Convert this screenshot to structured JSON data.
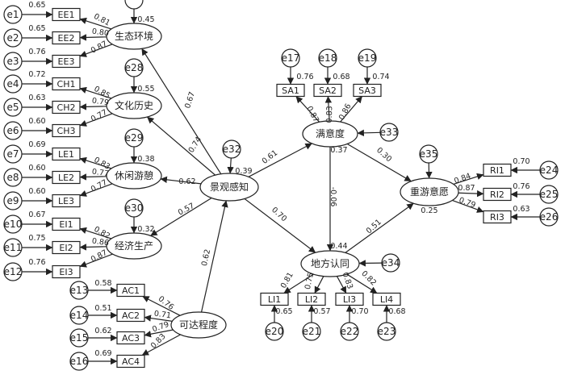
{
  "errors": [
    {
      "id": "e1",
      "label": "e1"
    },
    {
      "id": "e2",
      "label": "e2"
    },
    {
      "id": "e3",
      "label": "e3"
    },
    {
      "id": "e4",
      "label": "e4"
    },
    {
      "id": "e5",
      "label": "e5"
    },
    {
      "id": "e6",
      "label": "e6"
    },
    {
      "id": "e7",
      "label": "e7"
    },
    {
      "id": "e8",
      "label": "e8"
    },
    {
      "id": "e9",
      "label": "e9"
    },
    {
      "id": "e10",
      "label": "e10"
    },
    {
      "id": "e11",
      "label": "e11"
    },
    {
      "id": "e12",
      "label": "e12"
    },
    {
      "id": "e13",
      "label": "e13"
    },
    {
      "id": "e14",
      "label": "e14"
    },
    {
      "id": "e15",
      "label": "e15"
    },
    {
      "id": "e16",
      "label": "e16"
    },
    {
      "id": "e17",
      "label": "e17"
    },
    {
      "id": "e18",
      "label": "e18"
    },
    {
      "id": "e19",
      "label": "e19"
    },
    {
      "id": "e20",
      "label": "e20"
    },
    {
      "id": "e21",
      "label": "e21"
    },
    {
      "id": "e22",
      "label": "e22"
    },
    {
      "id": "e23",
      "label": "e23"
    },
    {
      "id": "e24",
      "label": "e24"
    },
    {
      "id": "e25",
      "label": "e25"
    },
    {
      "id": "e26",
      "label": "e26"
    },
    {
      "id": "e27",
      "label": ""
    },
    {
      "id": "e28",
      "label": "e28"
    },
    {
      "id": "e29",
      "label": "e29"
    },
    {
      "id": "e30",
      "label": "e30"
    },
    {
      "id": "e32",
      "label": "e32"
    },
    {
      "id": "e33",
      "label": "e33"
    },
    {
      "id": "e34",
      "label": "e34"
    },
    {
      "id": "e35",
      "label": "e35"
    }
  ],
  "observed": [
    {
      "id": "EE1",
      "label": "EE1"
    },
    {
      "id": "EE2",
      "label": "EE2"
    },
    {
      "id": "EE3",
      "label": "EE3"
    },
    {
      "id": "CH1",
      "label": "CH1"
    },
    {
      "id": "CH2",
      "label": "CH2"
    },
    {
      "id": "CH3",
      "label": "CH3"
    },
    {
      "id": "LE1",
      "label": "LE1"
    },
    {
      "id": "LE2",
      "label": "LE2"
    },
    {
      "id": "LE3",
      "label": "LE3"
    },
    {
      "id": "EI1",
      "label": "EI1"
    },
    {
      "id": "EI2",
      "label": "EI2"
    },
    {
      "id": "EI3",
      "label": "EI3"
    },
    {
      "id": "AC1",
      "label": "AC1"
    },
    {
      "id": "AC2",
      "label": "AC2"
    },
    {
      "id": "AC3",
      "label": "AC3"
    },
    {
      "id": "AC4",
      "label": "AC4"
    },
    {
      "id": "SA1",
      "label": "SA1"
    },
    {
      "id": "SA2",
      "label": "SA2"
    },
    {
      "id": "SA3",
      "label": "SA3"
    },
    {
      "id": "LI1",
      "label": "LI1"
    },
    {
      "id": "LI2",
      "label": "LI2"
    },
    {
      "id": "LI3",
      "label": "LI3"
    },
    {
      "id": "LI4",
      "label": "LI4"
    },
    {
      "id": "RI1",
      "label": "RI1"
    },
    {
      "id": "RI2",
      "label": "RI2"
    },
    {
      "id": "RI3",
      "label": "RI3"
    }
  ],
  "latents": [
    {
      "id": "EE",
      "label": "生态环境",
      "r2": "0.45"
    },
    {
      "id": "CH",
      "label": "文化历史",
      "r2": "0.55"
    },
    {
      "id": "LE",
      "label": "休闲游憩",
      "r2": "0.38"
    },
    {
      "id": "EI",
      "label": "经济生产",
      "r2": "0.32"
    },
    {
      "id": "LP",
      "label": "景观感知",
      "r2": "0.39"
    },
    {
      "id": "AC",
      "label": "可达程度",
      "r2": ""
    },
    {
      "id": "SA",
      "label": "满意度",
      "r2": "0.37"
    },
    {
      "id": "PI",
      "label": "地方认同",
      "r2": "0.44"
    },
    {
      "id": "RI",
      "label": "重游意愿",
      "r2": "0.25"
    }
  ],
  "error_values": [
    {
      "id": "e1",
      "value": "0.65"
    },
    {
      "id": "e2",
      "value": "0.65"
    },
    {
      "id": "e3",
      "value": "0.76"
    },
    {
      "id": "e4",
      "value": "0.72"
    },
    {
      "id": "e5",
      "value": "0.63"
    },
    {
      "id": "e6",
      "value": "0.60"
    },
    {
      "id": "e7",
      "value": "0.69"
    },
    {
      "id": "e8",
      "value": "0.60"
    },
    {
      "id": "e9",
      "value": "0.60"
    },
    {
      "id": "e10",
      "value": "0.67"
    },
    {
      "id": "e11",
      "value": "0.75"
    },
    {
      "id": "e12",
      "value": "0.76"
    },
    {
      "id": "e13",
      "value": "0.58"
    },
    {
      "id": "e14",
      "value": "0.51"
    },
    {
      "id": "e15",
      "value": "0.62"
    },
    {
      "id": "e16",
      "value": "0.69"
    },
    {
      "id": "e17",
      "value": "0.76"
    },
    {
      "id": "e18",
      "value": "0.68"
    },
    {
      "id": "e19",
      "value": "0.74"
    },
    {
      "id": "e20",
      "value": "0.65"
    },
    {
      "id": "e21",
      "value": "0.57"
    },
    {
      "id": "e22",
      "value": "0.70"
    },
    {
      "id": "e23",
      "value": "0.68"
    },
    {
      "id": "e24",
      "value": "0.70"
    },
    {
      "id": "e25",
      "value": "0.76"
    },
    {
      "id": "e26",
      "value": "0.63"
    }
  ],
  "loadings": [
    {
      "id": "ee1",
      "value": "0.81"
    },
    {
      "id": "ee2",
      "value": "0.80"
    },
    {
      "id": "ee3",
      "value": "0.87"
    },
    {
      "id": "ch1",
      "value": "0.85"
    },
    {
      "id": "ch2",
      "value": "0.79"
    },
    {
      "id": "ch3",
      "value": "0.77"
    },
    {
      "id": "le1",
      "value": "0.83"
    },
    {
      "id": "le2",
      "value": "0.77"
    },
    {
      "id": "le3",
      "value": "0.77"
    },
    {
      "id": "ei1",
      "value": "0.82"
    },
    {
      "id": "ei2",
      "value": "0.86"
    },
    {
      "id": "ei3",
      "value": "0.87"
    },
    {
      "id": "ac1",
      "value": "0.76"
    },
    {
      "id": "ac2",
      "value": "0.71"
    },
    {
      "id": "ac3",
      "value": "0.79"
    },
    {
      "id": "ac4",
      "value": "0.83"
    },
    {
      "id": "sa1",
      "value": "0.87"
    },
    {
      "id": "sa2",
      "value": "0.83"
    },
    {
      "id": "sa3",
      "value": "0.86"
    },
    {
      "id": "li1",
      "value": "0.81"
    },
    {
      "id": "li2",
      "value": "0.75"
    },
    {
      "id": "li3",
      "value": "0.83"
    },
    {
      "id": "li4",
      "value": "0.82"
    },
    {
      "id": "ri1",
      "value": "0.84"
    },
    {
      "id": "ri2",
      "value": "0.87"
    },
    {
      "id": "ri3",
      "value": "0.79"
    }
  ],
  "paths": [
    {
      "id": "lp_ee",
      "value": "0.67"
    },
    {
      "id": "lp_ch",
      "value": "0.74"
    },
    {
      "id": "lp_le",
      "value": "0.62"
    },
    {
      "id": "lp_ei",
      "value": "0.57"
    },
    {
      "id": "ac_lp",
      "value": "0.62"
    },
    {
      "id": "lp_sa",
      "value": "0.61"
    },
    {
      "id": "lp_pi",
      "value": "0.70"
    },
    {
      "id": "sa_pi",
      "value": "-0.06"
    },
    {
      "id": "sa_ri",
      "value": "0.30"
    },
    {
      "id": "pi_ri",
      "value": "0.51"
    }
  ]
}
